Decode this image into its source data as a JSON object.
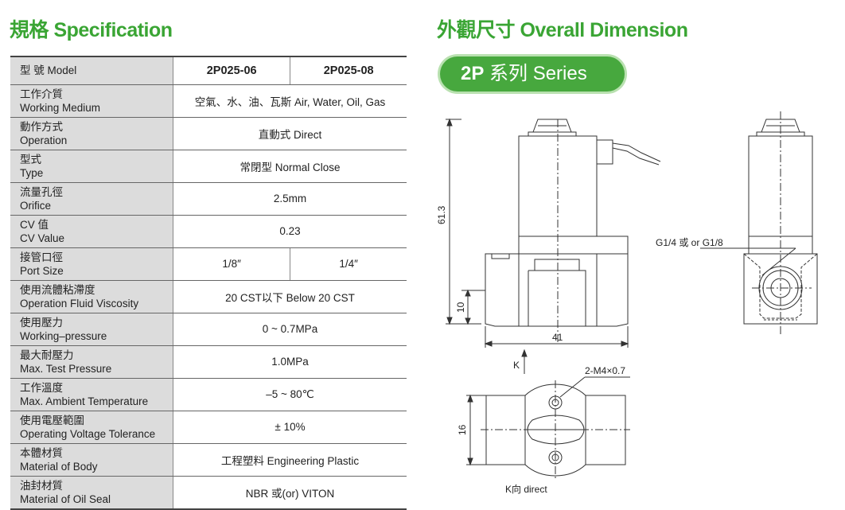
{
  "spec_title": "規格 Specification",
  "dimension_title": "外觀尺寸 Overall Dimension",
  "series_badge": {
    "bold": "2P",
    "rest": " 系列 Series"
  },
  "table": {
    "header": {
      "zh": "型 號",
      "en": "Model",
      "col1": "2P025-06",
      "col2": "2P025-08"
    },
    "rows": [
      {
        "zh": "工作介質",
        "en": "Working Medium",
        "value": "空氣、水、油、瓦斯 Air, Water, Oil, Gas"
      },
      {
        "zh": "動作方式",
        "en": "Operation",
        "value": "直動式 Direct"
      },
      {
        "zh": "型式",
        "en": "Type",
        "value": "常閉型 Normal Close"
      },
      {
        "zh": "流量孔徑",
        "en": "Orifice",
        "value": "2.5mm"
      },
      {
        "zh": "CV 值",
        "en": "CV Value",
        "value": "0.23"
      },
      {
        "zh": "接管口徑",
        "en": "Port Size",
        "value1": "1/8″",
        "value2": "1/4″"
      },
      {
        "zh": "使用流體粘滯度",
        "en": "Operation Fluid Viscosity",
        "value": "20 CST以下 Below 20 CST"
      },
      {
        "zh": "使用壓力",
        "en": "Working–pressure",
        "value": "0 ~ 0.7MPa"
      },
      {
        "zh": "最大耐壓力",
        "en": "Max. Test Pressure",
        "value": "1.0MPa"
      },
      {
        "zh": "工作溫度",
        "en": "Max. Ambient Temperature",
        "value": "–5 ~ 80℃"
      },
      {
        "zh": "使用電壓範圍",
        "en": "Operating Voltage Tolerance",
        "value": "± 10%"
      },
      {
        "zh": "本體材質",
        "en": "Material of Body",
        "value": "工程塑料 Engineering Plastic"
      },
      {
        "zh": "油封材質",
        "en": "Material of Oil Seal",
        "value": "NBR 或(or) VITON"
      }
    ]
  },
  "drawing": {
    "dim_height": "61.3",
    "dim_base": "10",
    "dim_width": "41",
    "dim_bottom": "16",
    "port_label": "G1/4 或 or G1/8",
    "thread_label": "2-M4×0.7",
    "k_arrow_label": "K",
    "k_view_label": "K向 direct"
  }
}
